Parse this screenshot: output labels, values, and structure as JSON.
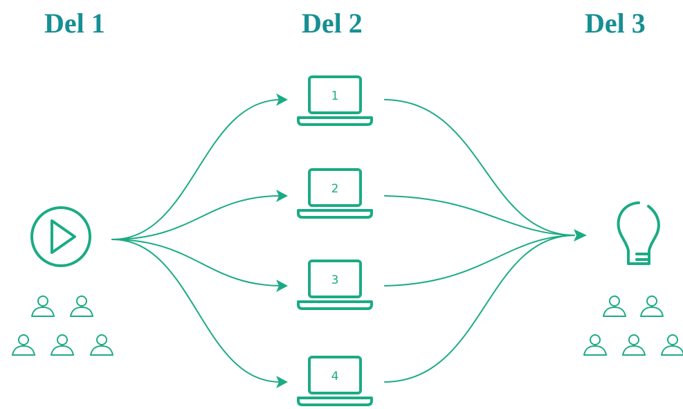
{
  "headings": {
    "part1": "Del 1",
    "part2": "Del 2",
    "part3": "Del 3"
  },
  "laptops": [
    {
      "number": "1"
    },
    {
      "number": "2"
    },
    {
      "number": "3"
    },
    {
      "number": "4"
    }
  ],
  "icons": {
    "start": "play-circle-icon",
    "left_group": "people-group-icon",
    "end": "lightbulb-icon",
    "right_group": "people-group-icon",
    "device": "laptop-icon"
  },
  "colors": {
    "heading": "#178f94",
    "accent": "#1bab84",
    "background": "#ffffff"
  }
}
